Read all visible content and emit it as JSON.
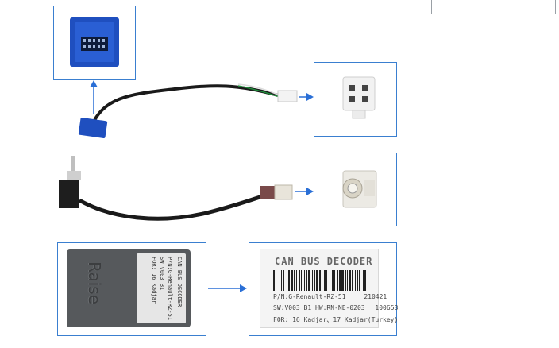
{
  "label": {
    "title": "CAN BUS DECODER",
    "pn": "P/N:G-Renault-RZ-51",
    "date": "210421",
    "sw": "SW:V003 B1 HW:RN-NE-0203",
    "serial": "100658",
    "for": "FOR: 16 Kadjar、17 Kadjar(Turkey)"
  },
  "decoder": {
    "brand": "Raise",
    "sticker_title": "CAN BUS DECODER",
    "sticker_pn": "P/N:G-Renault-RZ-51",
    "sticker_sw": "SW:V003 B1",
    "sticker_for": "FOR: 16 Kadjar"
  },
  "colors": {
    "frame": "#3a7fd0",
    "arrow": "#2a6fd6",
    "connector_blue": "#1f4fbf",
    "cable": "#1a1a1a"
  }
}
